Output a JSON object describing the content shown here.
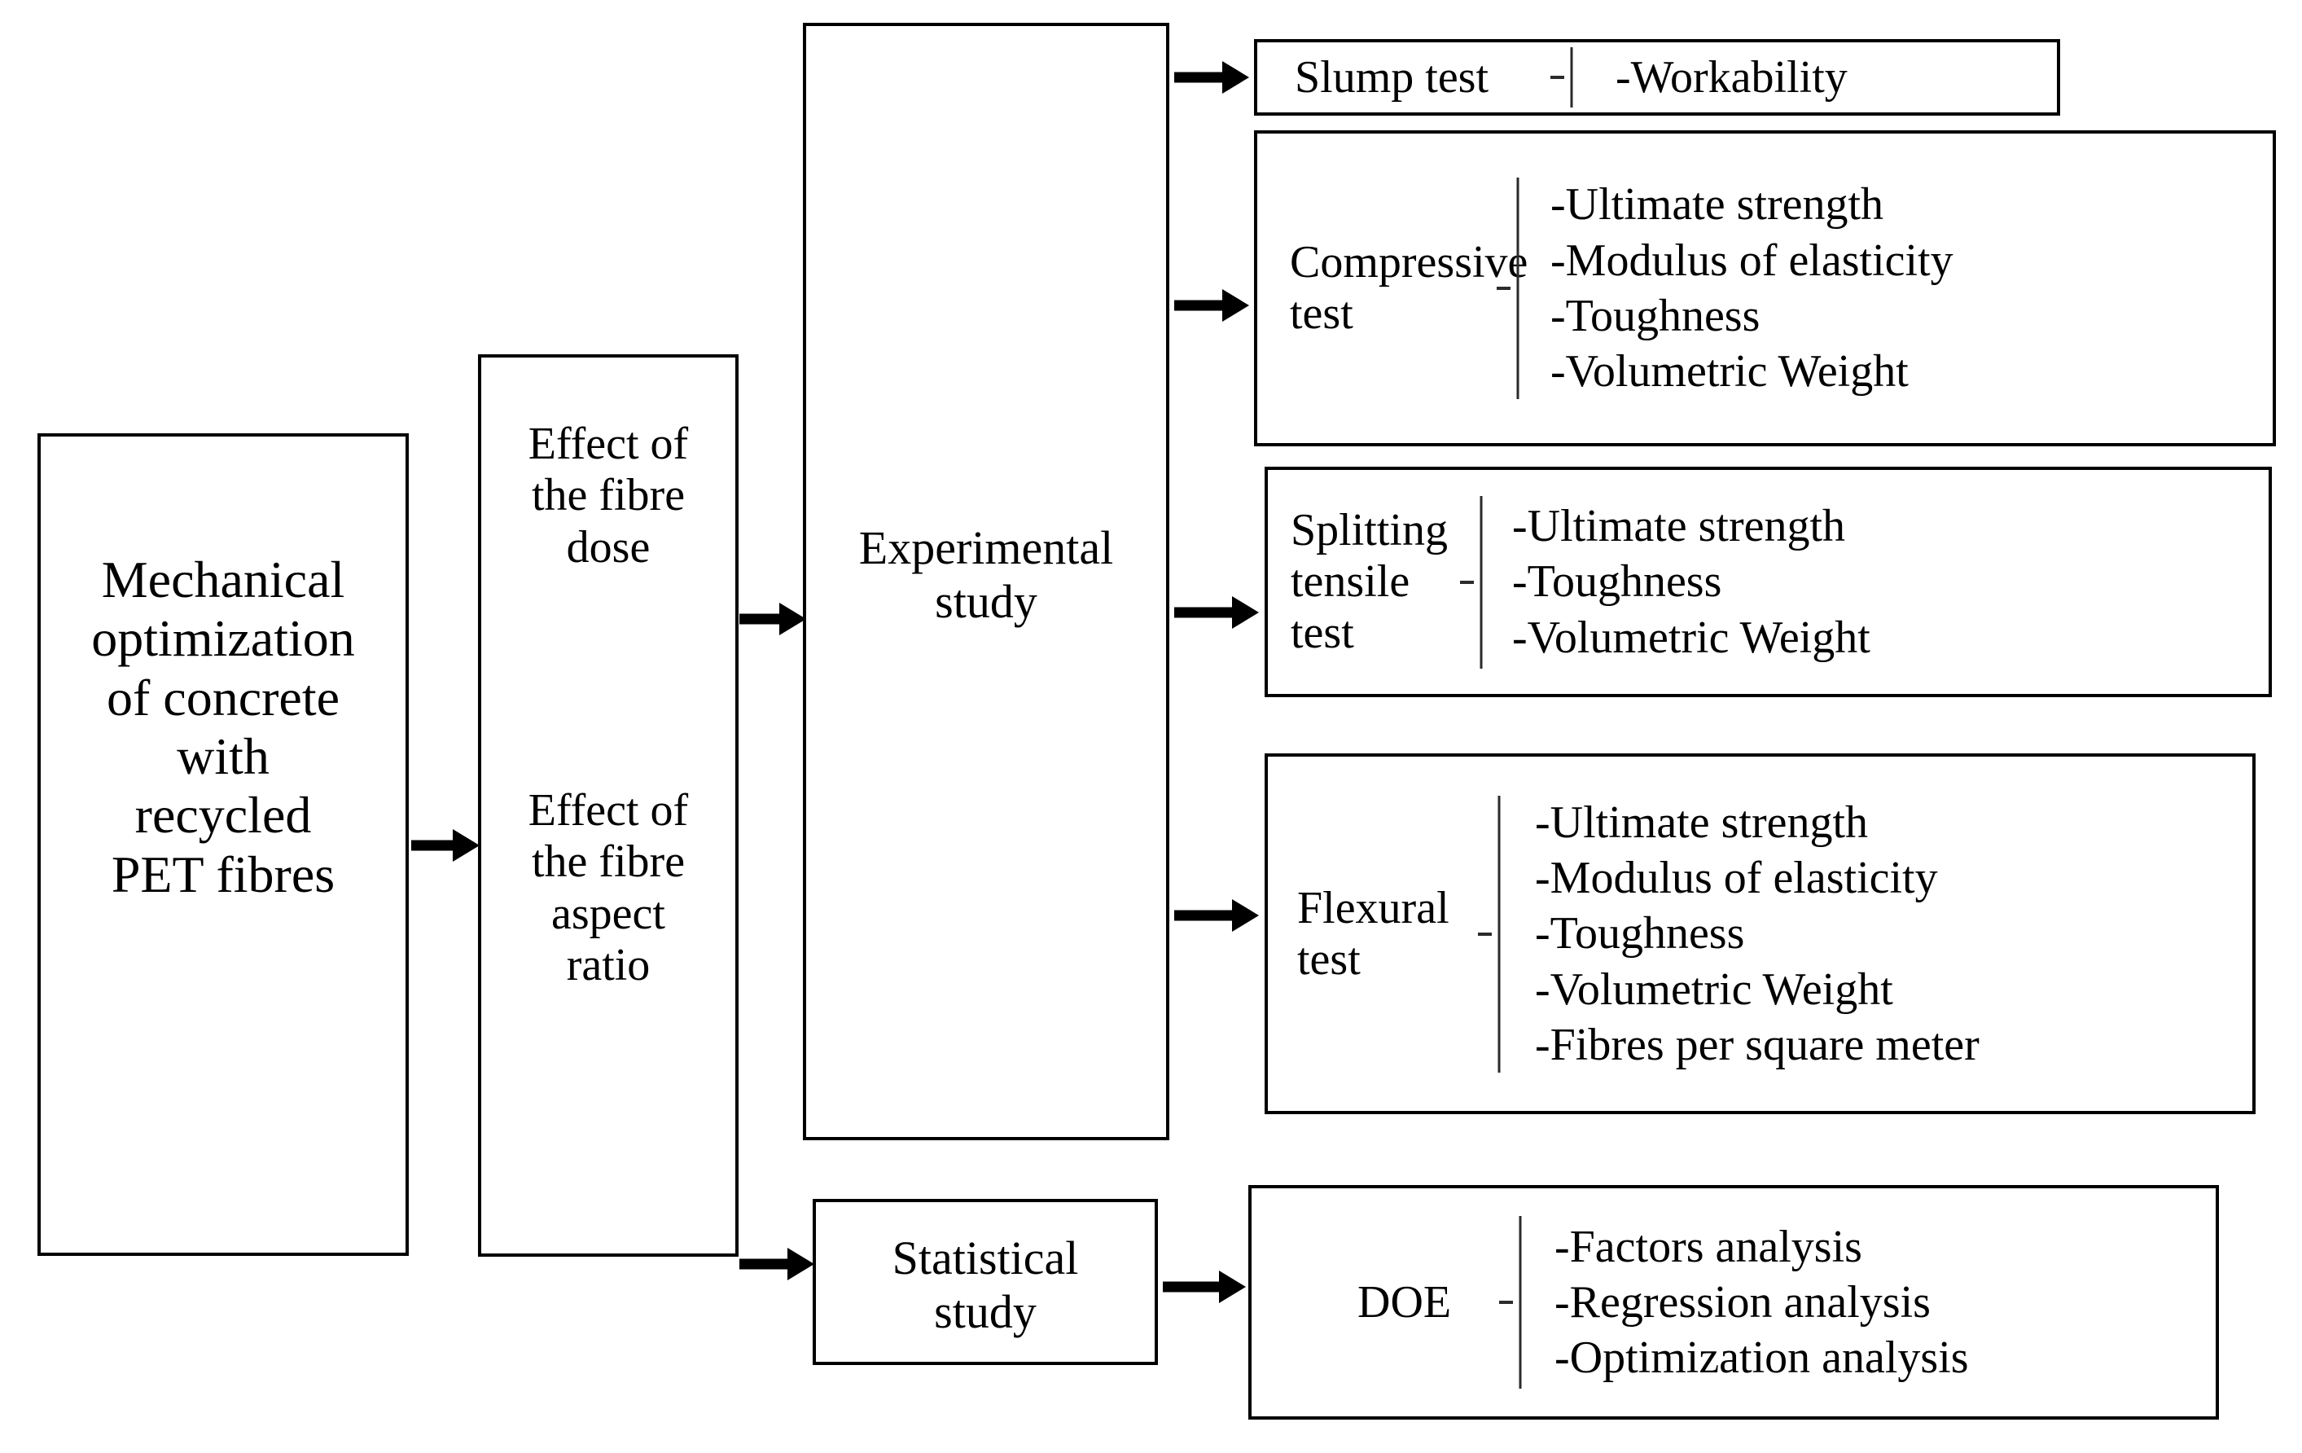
{
  "diagram": {
    "title": "Research methodology flowchart",
    "colors": {
      "line": "#000000",
      "brace": "#2b2b2b",
      "background": "#ffffff"
    },
    "nodes": {
      "objective": {
        "label": "Mechanical\noptimization\nof concrete\nwith\nrecycled\nPET fibres"
      },
      "variables": {
        "item1": "Effect of\nthe fibre\ndose",
        "item2": "Effect of\nthe fibre\naspect\nratio"
      },
      "experimental_study": {
        "label": "Experimental\nstudy"
      },
      "statistical_study": {
        "label": "Statistical\nstudy"
      }
    },
    "tests": [
      {
        "name": "slump-test",
        "title": "Slump test",
        "outputs": [
          "-Workability"
        ]
      },
      {
        "name": "compressive-test",
        "title": "Compressive\ntest",
        "outputs": [
          "-Ultimate strength",
          "-Modulus of elasticity",
          "-Toughness",
          "-Volumetric Weight"
        ]
      },
      {
        "name": "splitting-tensile-test",
        "title": "Splitting\ntensile\ntest",
        "outputs": [
          "-Ultimate strength",
          "-Toughness",
          "-Volumetric Weight"
        ]
      },
      {
        "name": "flexural-test",
        "title": "Flexural\ntest",
        "outputs": [
          "-Ultimate strength",
          "-Modulus of elasticity",
          "-Toughness",
          "-Volumetric Weight",
          "-Fibres per square meter"
        ]
      },
      {
        "name": "doe",
        "title": "DOE",
        "outputs": [
          "-Factors analysis",
          "-Regression analysis",
          "-Optimization analysis"
        ]
      }
    ],
    "arrows": [
      {
        "name": "objective-to-variables"
      },
      {
        "name": "variables-to-experimental"
      },
      {
        "name": "variables-to-statistical"
      },
      {
        "name": "experimental-to-slump"
      },
      {
        "name": "experimental-to-compressive"
      },
      {
        "name": "experimental-to-splitting"
      },
      {
        "name": "experimental-to-flexural"
      },
      {
        "name": "statistical-to-doe"
      }
    ]
  }
}
